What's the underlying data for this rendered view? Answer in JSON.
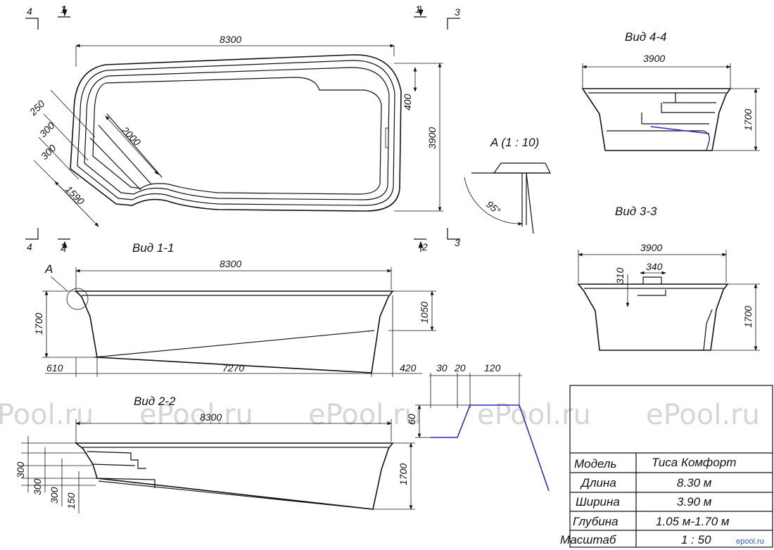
{
  "views": {
    "v44": "Вид 4-4",
    "v33": "Вид 3-3",
    "v11": "Вид 1-1",
    "v22": "Вид 2-2",
    "detail": "A (1 : 10)",
    "callout": "A"
  },
  "section_marks": [
    "4",
    "1",
    "1",
    "3",
    "4",
    "2",
    "2",
    "3"
  ],
  "dimensions": {
    "plan_length": "8300",
    "plan_width": "3900",
    "plan_400": "400",
    "plan_250": "250",
    "plan_300a": "300",
    "plan_300b": "300",
    "plan_2000": "2000",
    "plan_1590": "1590",
    "detail_angle": "95°",
    "v44_width": "3900",
    "v44_depth": "1700",
    "v33_width": "3900",
    "v33_310": "310",
    "v33_340": "340",
    "v33_depth": "1700",
    "v11_length": "8300",
    "v11_depth": "1700",
    "v11_1050": "1050",
    "v11_610": "610",
    "v11_7270": "7270",
    "v11_420": "420",
    "rim_30": "30",
    "rim_20": "20",
    "rim_120": "120",
    "rim_60": "60",
    "v22_length": "8300",
    "v22_300a": "300",
    "v22_300b": "300",
    "v22_300c": "300",
    "v22_150": "150",
    "v22_depth": "1700"
  },
  "watermarks": [
    "Pool.ru",
    "ePool.ru",
    "ePool.ru",
    "ePool.ru",
    "ePool.ru"
  ],
  "title_block": {
    "rows": [
      {
        "label": "Модель",
        "value": "Тиса Комфорт"
      },
      {
        "label": "Длина",
        "value": "8.30 м"
      },
      {
        "label": "Ширина",
        "value": "3.90 м"
      },
      {
        "label": "Глубина",
        "value": "1.05 м-1.70 м"
      },
      {
        "label": "Масштаб",
        "value": "1 : 50"
      }
    ],
    "logo": "epool.ru"
  }
}
